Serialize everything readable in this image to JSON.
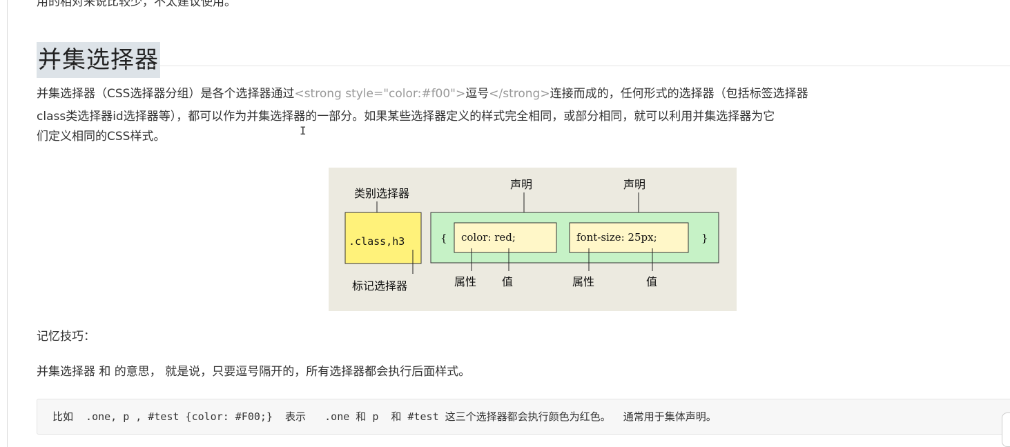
{
  "intro_tail": "用的相对来说比较少，不太建议使用。",
  "heading": "并集选择器",
  "paragraph1": {
    "line1_pre": "并集选择器（CSS选择器分组）是各个选择器通过",
    "line1_open_tag": "<strong style=\"color:#f00\">",
    "line1_strong": "逗号",
    "line1_close_tag": "</strong>",
    "line1_post": "连接而成的，任何形式的选择器（包括标签选择器",
    "line2": "class类选择器id选择器等），都可以作为并集选择器的一部分。如果某些选择器定义的样式完全相同，或部分相同，就可以利用并集选择器为它",
    "line3": "们定义相同的CSS样式。"
  },
  "cursor_glyph": "I",
  "diagram": {
    "class_selector_label": "类别选择器",
    "tag_selector_label": "标记选择器",
    "selector_text": ".class,h3",
    "brace_open": "{",
    "brace_close": "}",
    "declaration_label_1": "声明",
    "declaration_label_2": "声明",
    "declaration_1": "color: red;",
    "declaration_2": "font-size: 25px;",
    "property_label_1": "属性",
    "value_label_1": "值",
    "property_label_2": "属性",
    "value_label_2": "值",
    "colors": {
      "background": "#eceae0",
      "selector_fill": "#fff27a",
      "block_fill": "#c6f2c6",
      "declaration_fill": "#fff7c8"
    }
  },
  "memory_tip": "记忆技巧：",
  "paragraph2": "并集选择器 和 的意思， 就是说，只要逗号隔开的，所有选择器都会执行后面样式。",
  "code_example": "比如  .one, p , #test {color: #F00;}  表示   .one 和 p  和 #test 这三个选择器都会执行颜色为红色。  通常用于集体声明。"
}
